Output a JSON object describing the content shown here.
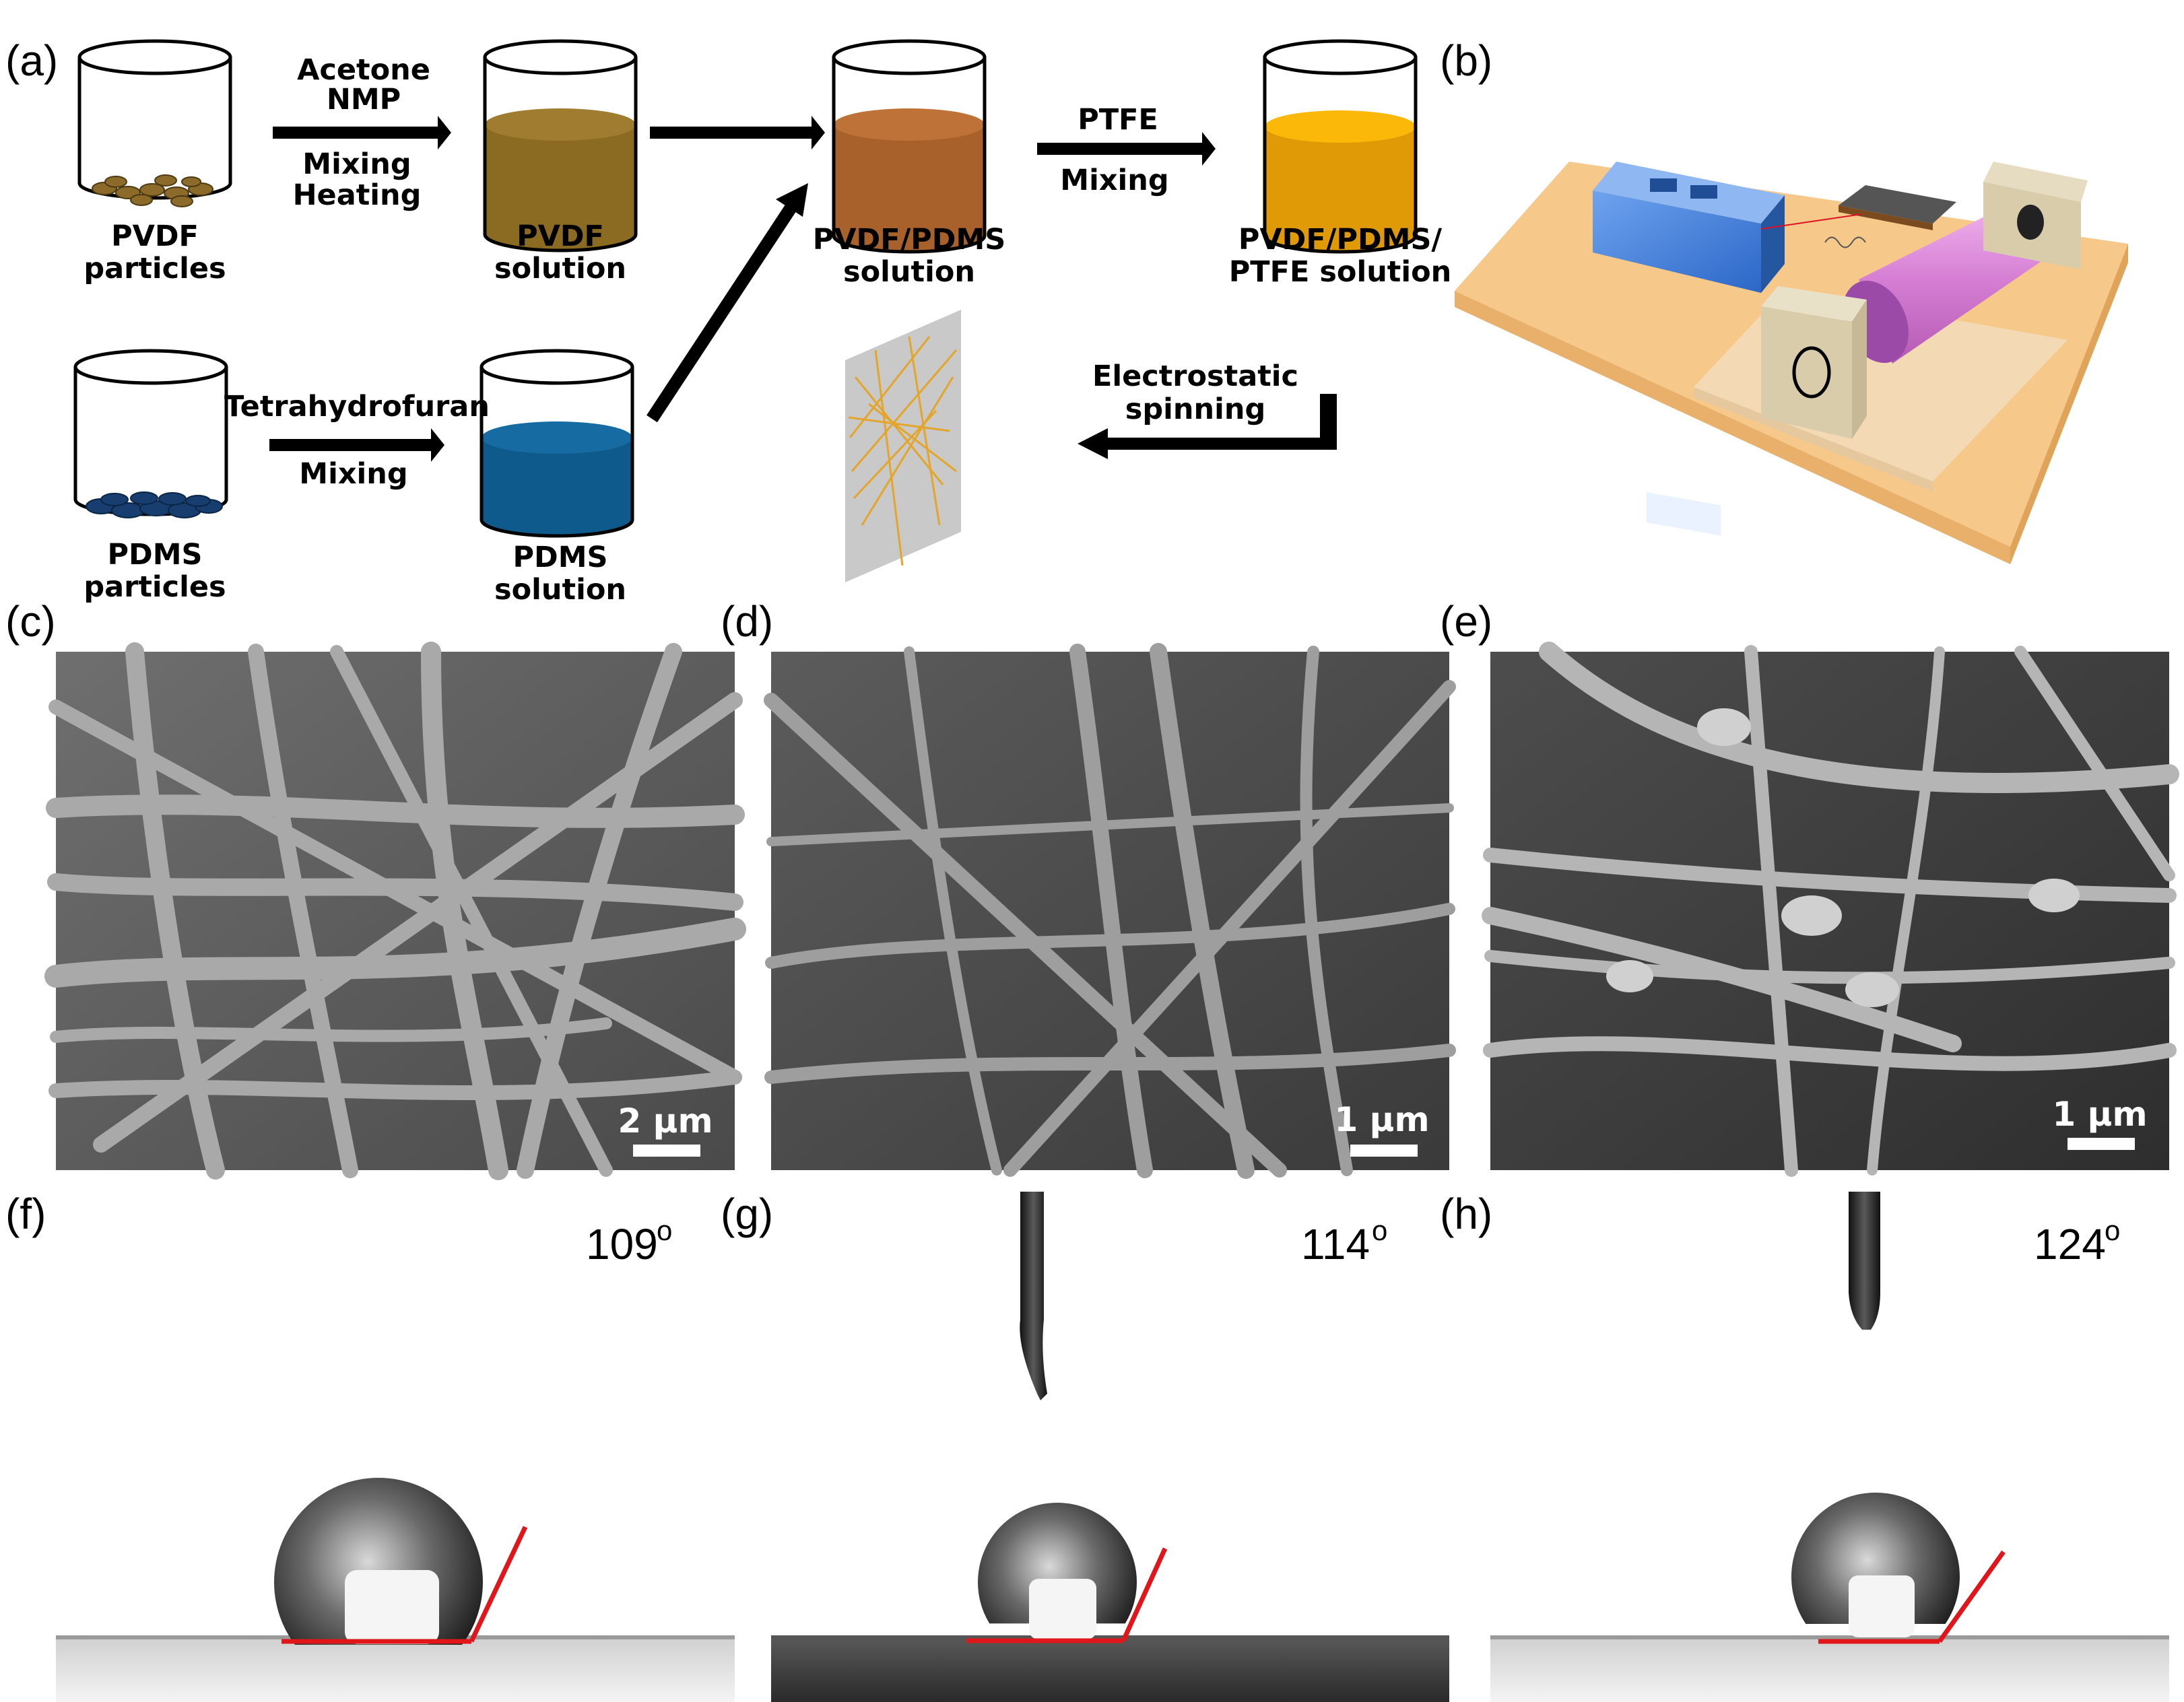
{
  "panel_labels": {
    "a": "(a)",
    "b": "(b)",
    "c": "(c)",
    "d": "(d)",
    "e": "(e)",
    "f": "(f)",
    "g": "(g)",
    "h": "(h)"
  },
  "beakers": {
    "pvdf_particles": [
      "PVDF",
      "particles"
    ],
    "pvdf_solution": [
      "PVDF",
      "solution"
    ],
    "pdms_particles": [
      "PDMS",
      "particles"
    ],
    "pdms_solution": [
      "PDMS",
      "solution"
    ],
    "pvdf_pdms_solution": [
      "PVDF/PDMS",
      "solution"
    ],
    "pvdf_pdms_ptfe_solution": [
      "PVDF/PDMS/",
      "PTFE solution"
    ]
  },
  "steps": {
    "step1_top": [
      "Acetone",
      "NMP"
    ],
    "step1_bottom": [
      "Mixing",
      "Heating"
    ],
    "step2_top": "Tetrahydrofuran",
    "step2_bottom": "Mixing",
    "step3_top": "PTFE",
    "step3_bottom": "Mixing",
    "step4": [
      "Electrostatic",
      "spinning"
    ]
  },
  "colors": {
    "pvdf_solution": "#8B6A22",
    "pdms_solution": "#0F5A8C",
    "pvdf_pdms_solution": "#A9612C",
    "ptfe_solution": "#E8A008",
    "particles_pvdf": "#8B6A2A",
    "particles_pdms": "#173E6E",
    "contact_line": "#E0161A",
    "fiber_mat": "#C9C9C9",
    "fiber": "#E3A52A"
  },
  "sem": {
    "c_scale": "2 μm",
    "d_scale": "1 μm",
    "e_scale": "1 μm"
  },
  "contact_angles": {
    "f": {
      "value": "109",
      "unit": "o"
    },
    "g": {
      "value": "114",
      "unit": "o"
    },
    "h": {
      "value": "124",
      "unit": "o"
    }
  }
}
